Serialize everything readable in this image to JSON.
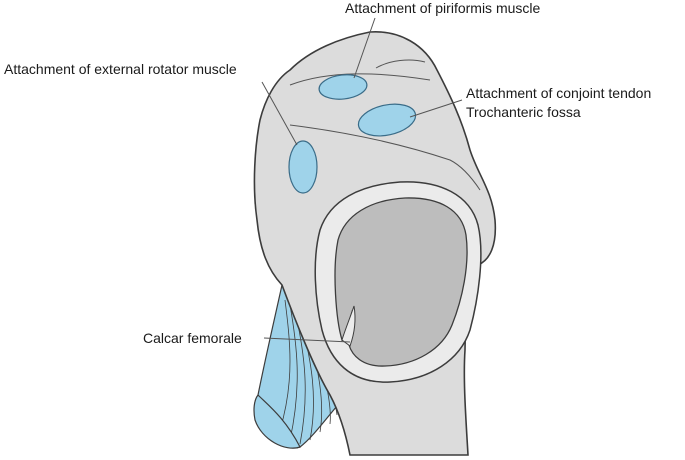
{
  "labels": {
    "piriformis": "Attachment of piriformis muscle",
    "external_rotator": "Attachment of external rotator muscle",
    "conjoint_tendon": "Attachment of conjoint tendon",
    "trochanteric_fossa": "Trochanteric fossa",
    "calcar_femorale": "Calcar femorale"
  },
  "colors": {
    "bone_fill": "#dcdcdc",
    "bone_outline": "#3c3c3c",
    "cortex_fill": "#ebebeb",
    "medulla_fill": "#bdbdbd",
    "attachment_fill": "#9fd3ea",
    "attachment_outline": "#3a6c88",
    "leader_line": "#555555"
  }
}
